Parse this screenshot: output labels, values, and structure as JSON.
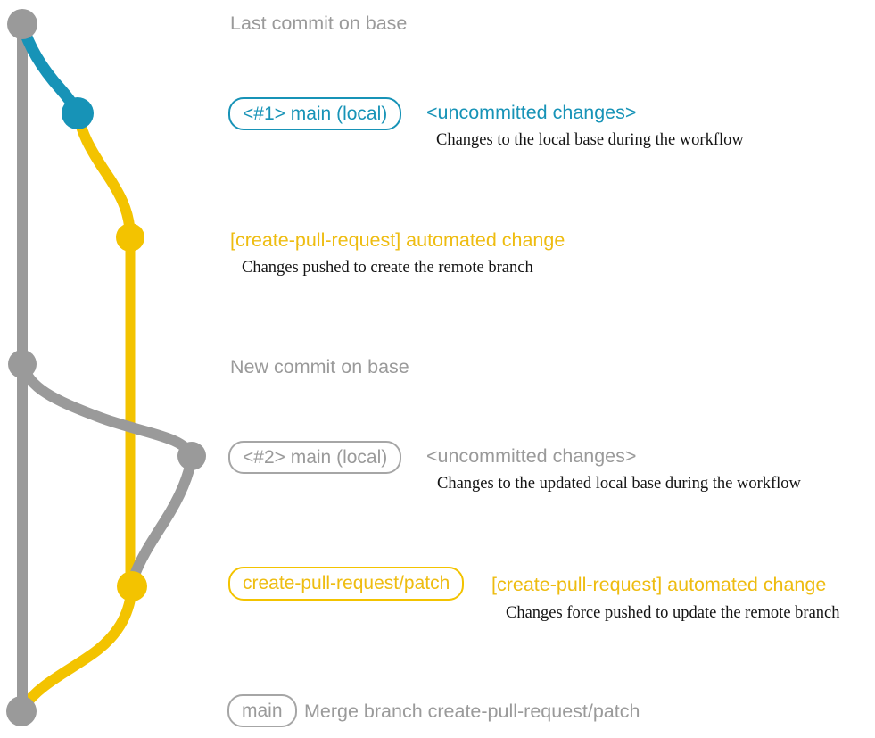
{
  "colors": {
    "gray": "#9a9a9a",
    "gray_border": "#a6a6a6",
    "blue": "#1793b7",
    "yellow": "#f3c300",
    "yellow_text": "#eebc10",
    "note_text": "#141414",
    "bg": "#ffffff"
  },
  "labels": {
    "last_commit_title": "Last commit on base",
    "branch1_badge": "<#1> main (local)",
    "branch1_heading": "<uncommitted changes>",
    "branch1_note": "Changes to the local base during the workflow",
    "push1_heading": "[create-pull-request] automated change",
    "push1_note": "Changes pushed to create the remote branch",
    "new_commit_title": "New commit on base",
    "branch2_badge": "<#2> main (local)",
    "branch2_heading": "<uncommitted changes>",
    "branch2_note": "Changes to the updated local base during the workflow",
    "patch_badge": "create-pull-request/patch",
    "push2_heading": "[create-pull-request] automated change",
    "push2_note": "Changes force pushed to update the remote branch",
    "merge_badge": "main",
    "merge_title": "Merge branch create-pull-request/patch"
  },
  "graph": {
    "branch_colors": {
      "base": "#9a9a9a",
      "local_uncommitted": "#1793b7",
      "patch": "#f3c300"
    },
    "nodes": [
      {
        "id": "last-commit-on-base",
        "color": "#9a9a9a"
      },
      {
        "id": "local-uncommitted-1",
        "color": "#1793b7"
      },
      {
        "id": "automated-change-1",
        "color": "#f3c300"
      },
      {
        "id": "new-commit-on-base",
        "color": "#9a9a9a"
      },
      {
        "id": "local-uncommitted-2",
        "color": "#9a9a9a"
      },
      {
        "id": "automated-change-2",
        "color": "#f3c300"
      },
      {
        "id": "merge-commit",
        "color": "#9a9a9a"
      }
    ]
  }
}
